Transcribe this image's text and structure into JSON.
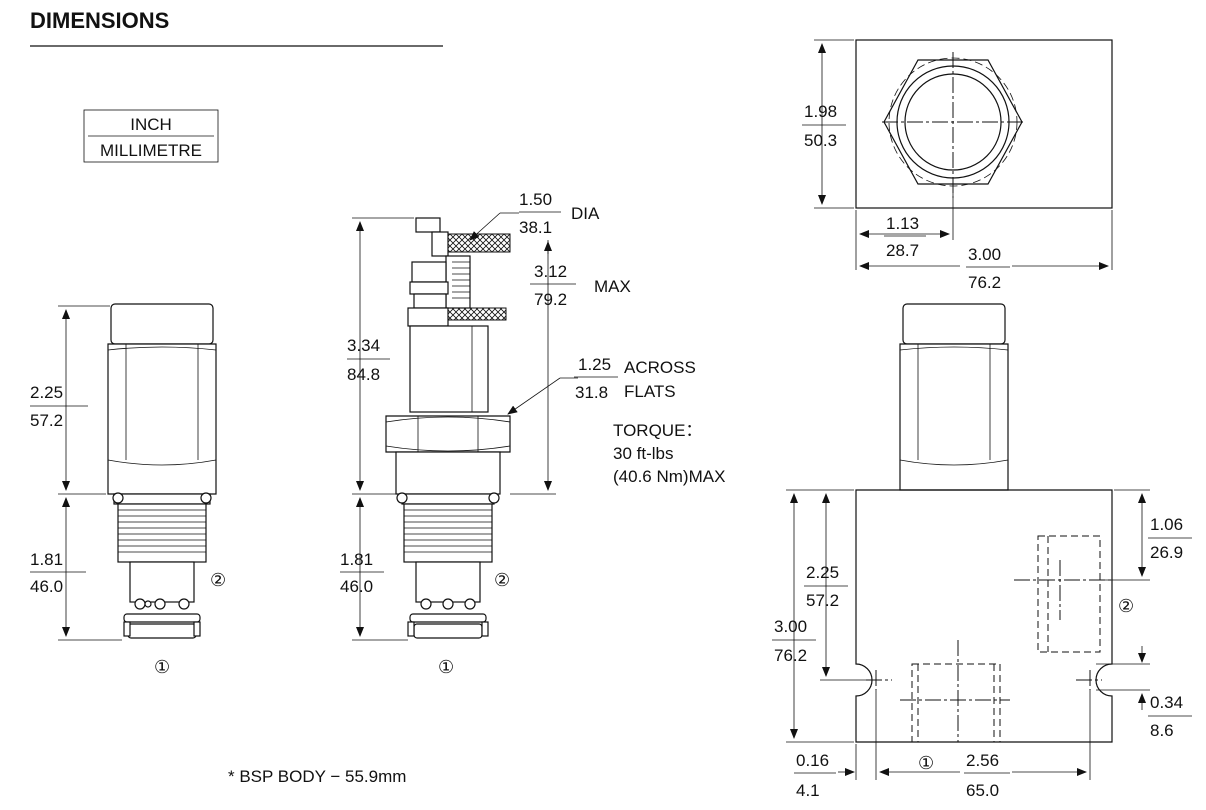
{
  "header": {
    "title": "DIMENSIONS"
  },
  "legend": {
    "top": "INCH",
    "bottom": "MILLIMETRE"
  },
  "ports": {
    "port1": "①",
    "port2": "②"
  },
  "dims": {
    "body_upper": {
      "inch": "2.25",
      "mm": "57.2"
    },
    "body_lower": {
      "inch": "1.81",
      "mm": "46.0"
    },
    "knob_dia": {
      "inch": "1.50",
      "mm": "38.1",
      "label": "DIA"
    },
    "adj_travel": {
      "inch": "3.12",
      "mm": "79.2",
      "label": "MAX"
    },
    "overall": {
      "inch": "3.34",
      "mm": "84.8"
    },
    "hex_flats": {
      "inch": "1.25",
      "mm": "31.8",
      "label1": "ACROSS",
      "label2": "FLATS"
    },
    "adj_lower": {
      "inch": "1.81",
      "mm": "46.0"
    },
    "block_depth": {
      "inch": "1.98",
      "mm": "50.3"
    },
    "bore_offset": {
      "inch": "1.13",
      "mm": "28.7"
    },
    "block_width_top": {
      "inch": "3.00",
      "mm": "76.2"
    },
    "port2_offset": {
      "inch": "1.06",
      "mm": "26.9"
    },
    "cavity_depth": {
      "inch": "2.25",
      "mm": "57.2"
    },
    "block_height": {
      "inch": "3.00",
      "mm": "76.2"
    },
    "mount_hole": {
      "inch": "0.34",
      "mm": "8.6"
    },
    "hole_edge": {
      "inch": "0.16",
      "mm": "4.1"
    },
    "hole_spacing": {
      "inch": "2.56",
      "mm": "65.0"
    }
  },
  "torque": {
    "label": "TORQUE：",
    "value": "30 ft-lbs",
    "nm": "(40.6 Nm)MAX"
  },
  "footnote": "* BSP BODY − 55.9mm"
}
